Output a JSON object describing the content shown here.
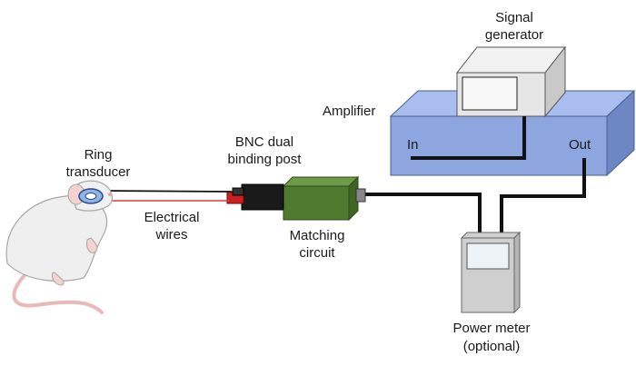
{
  "labels": {
    "signal_generator": [
      "Signal",
      "generator"
    ],
    "amplifier": "Amplifier",
    "amp_in": "In",
    "amp_out": "Out",
    "bnc_post": [
      "BNC dual",
      "binding post"
    ],
    "ring_transducer": [
      "Ring",
      "transducer"
    ],
    "electrical_wires": [
      "Electrical",
      "wires"
    ],
    "matching_circuit": [
      "Matching",
      "circuit"
    ],
    "power_meter": [
      "Power meter",
      "(optional)"
    ]
  },
  "icons": {
    "rat": "rat-icon",
    "transducer": "ring-transducer-icon",
    "bnc": "bnc-connector-icon",
    "signal_generator": "signal-generator-icon",
    "power_meter": "power-meter-icon"
  },
  "colors": {
    "amplifier_front": "#8ea6e0",
    "amplifier_top": "#a9bdee",
    "amplifier_side": "#6d86c4",
    "matching_front": "#4f7a2f",
    "matching_top": "#6f9a4a",
    "generator_front": "#e6e6e6",
    "wire": "#111111",
    "laser_red": "#e23b3b"
  }
}
